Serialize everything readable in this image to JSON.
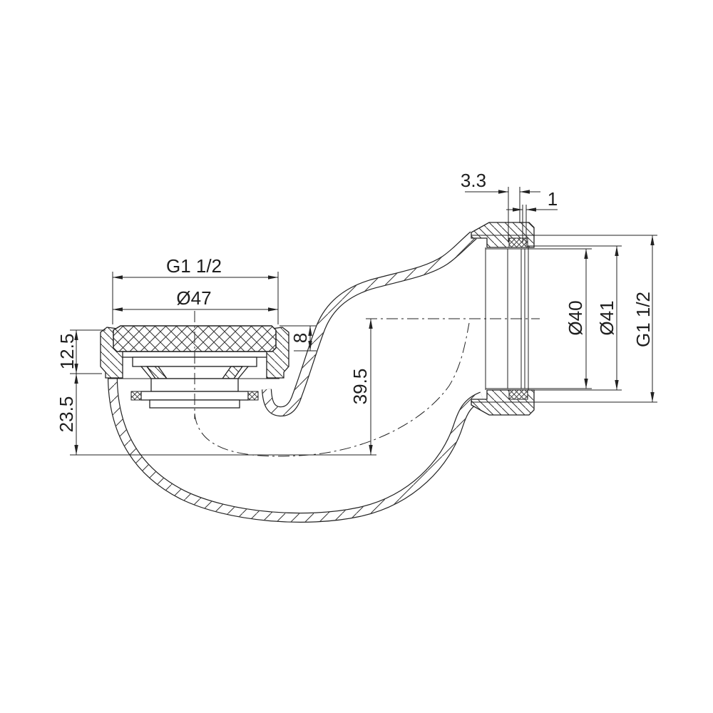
{
  "drawing": {
    "title": "bath-trap-technical-drawing",
    "background": "#ffffff",
    "line_color": "#222222",
    "dims": {
      "inlet_thread": "G1 1/2",
      "cap_diameter": "Ø47",
      "cap_height": "8",
      "flange_offset": "12.5",
      "body_offset": "23.5",
      "seal_depth": "39.5",
      "wall_thickness": "3.3",
      "gasket_step": "1",
      "outlet_bore": "Ø40",
      "outlet_inner": "Ø41",
      "outlet_thread": "G1 1/2"
    }
  }
}
